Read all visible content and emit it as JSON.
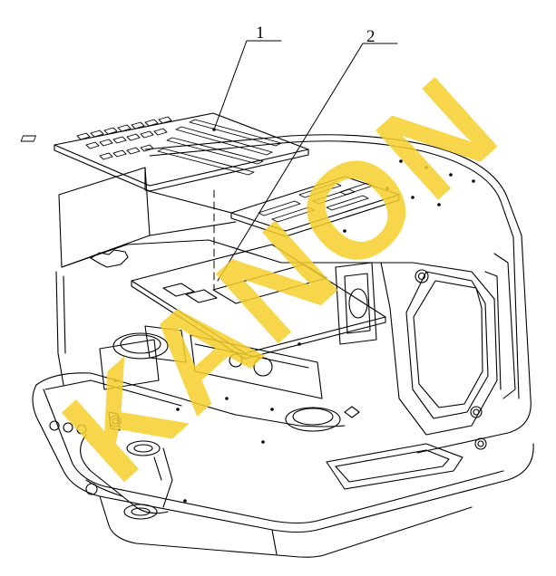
{
  "callouts": [
    {
      "number": "1"
    },
    {
      "number": "2"
    }
  ],
  "watermark": {
    "text": "KANON",
    "color": "#f6cf2c"
  },
  "colors": {
    "line": "#000000",
    "background": "#ffffff"
  }
}
